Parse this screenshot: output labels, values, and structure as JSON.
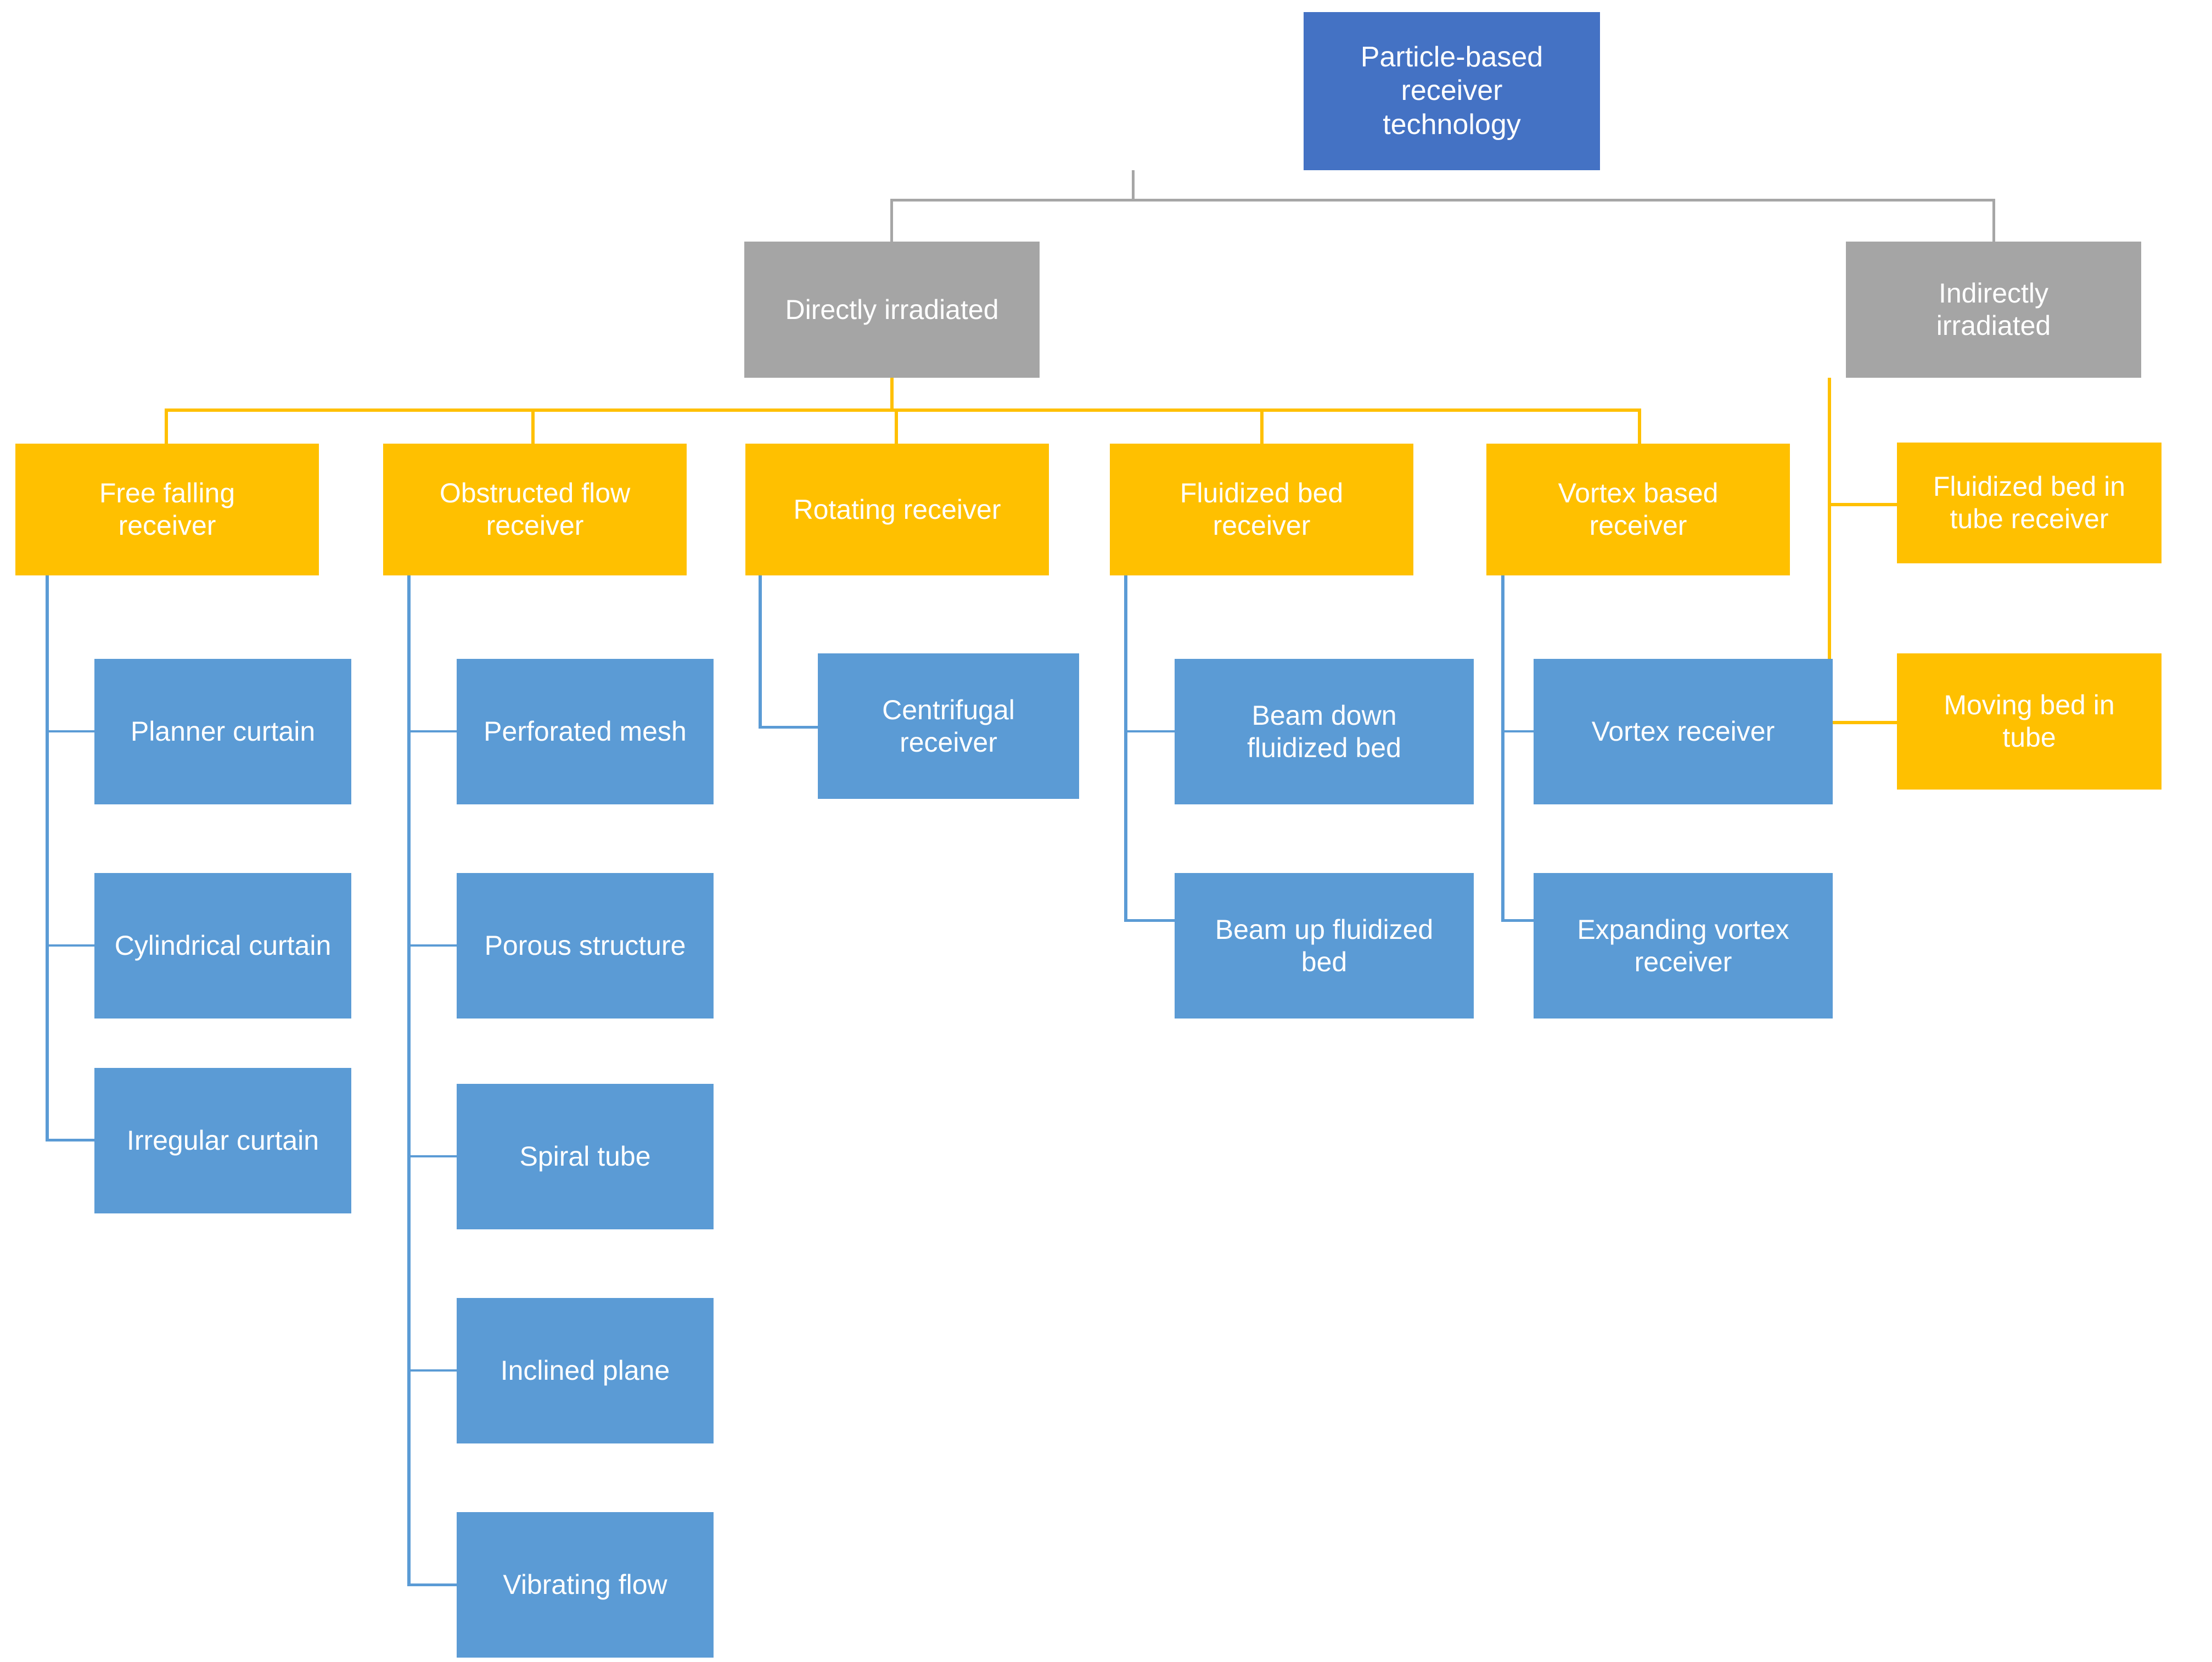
{
  "diagram": {
    "title_node": {
      "label": "Particle-based\nreceiver\ntechnology",
      "color": "#4472C4"
    },
    "level1": [
      {
        "label": "Directly irradiated",
        "color": "#A5A5A5"
      },
      {
        "label": "Indirectly\nirradiated",
        "color": "#A5A5A5"
      }
    ],
    "level2": [
      {
        "label": "Free falling\nreceiver",
        "color": "#FFC000"
      },
      {
        "label": "Obstructed flow\nreceiver",
        "color": "#FFC000"
      },
      {
        "label": "Rotating receiver",
        "color": "#FFC000"
      },
      {
        "label": "Fluidized bed\nreceiver",
        "color": "#FFC000"
      },
      {
        "label": "Vortex based\nreceiver",
        "color": "#FFC000"
      },
      {
        "label": "Fluidized bed in\ntube receiver",
        "color": "#FFC000"
      },
      {
        "label": "Moving bed in\ntube",
        "color": "#FFC000"
      }
    ],
    "free_falling_children": [
      {
        "label": "Planner curtain",
        "color": "#5B9BD5"
      },
      {
        "label": "Cylindrical curtain",
        "color": "#5B9BD5"
      },
      {
        "label": "Irregular curtain",
        "color": "#5B9BD5"
      }
    ],
    "obstructed_flow_children": [
      {
        "label": "Perforated mesh",
        "color": "#5B9BD5"
      },
      {
        "label": "Porous structure",
        "color": "#5B9BD5"
      },
      {
        "label": "Spiral tube",
        "color": "#5B9BD5"
      },
      {
        "label": "Inclined plane",
        "color": "#5B9BD5"
      },
      {
        "label": "Vibrating flow",
        "color": "#5B9BD5"
      }
    ],
    "rotating_children": [
      {
        "label": "Centrifugal\nreceiver",
        "color": "#5B9BD5"
      }
    ],
    "fluidized_bed_children": [
      {
        "label": "Beam down\nfluidized bed",
        "color": "#5B9BD5"
      },
      {
        "label": "Beam up fluidized\nbed",
        "color": "#5B9BD5"
      }
    ],
    "vortex_children": [
      {
        "label": "Vortex receiver",
        "color": "#5B9BD5"
      },
      {
        "label": "Expanding vortex\nreceiver",
        "color": "#5B9BD5"
      }
    ],
    "colors": {
      "root": "#4472C4",
      "category": "#A5A5A5",
      "technology": "#FFC000",
      "subtype": "#5B9BD5",
      "connector_gray": "#A6A6A6",
      "connector_orange": "#FFC000",
      "connector_blue": "#5B9BD5",
      "text": "#FFFFFF",
      "background": "#FFFFFF"
    }
  }
}
